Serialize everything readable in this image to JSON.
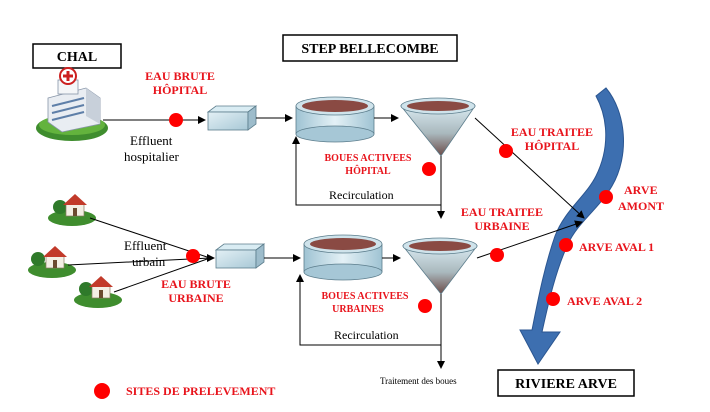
{
  "title": "STEP BELLECOMBE",
  "source_box": "CHAL",
  "river_box": "RIVIERE ARVE",
  "legend": "SITES DE PRELEVEMENT",
  "labels": {
    "eau_brute_hopital_1": "EAU BRUTE",
    "eau_brute_hopital_2": "HÔPITAL",
    "effluent_hosp_1": "Effluent",
    "effluent_hosp_2": "hospitalier",
    "boues_hop_1": "BOUES ACTIVEES",
    "boues_hop_2": "HÔPITAL",
    "recirc_top": "Recirculation",
    "eau_traitee_hop_1": "EAU TRAITEE",
    "eau_traitee_hop_2": "HÔPITAL",
    "arve_amont_1": "ARVE",
    "arve_amont_2": "AMONT",
    "effluent_urbain_1": "Effluent",
    "effluent_urbain_2": "urbain",
    "eau_brute_urbaine_1": "EAU BRUTE",
    "eau_brute_urbaine_2": "URBAINE",
    "eau_traitee_urb_1": "EAU TRAITEE",
    "eau_traitee_urb_2": "URBAINE",
    "arve_aval_1": "ARVE AVAL 1",
    "boues_urb_1": "BOUES ACTIVEES",
    "boues_urb_2": "URBAINES",
    "arve_aval_2": "ARVE AVAL 2",
    "recirc_bottom": "Recirculation",
    "traitement_boues": "Traitement  des boues"
  },
  "colors": {
    "sample_dot": "#ff0000",
    "label_red": "#e8141c",
    "river": "#3d6fb0",
    "tank": "#bcd7e3",
    "sludge": "#8a4a43"
  }
}
